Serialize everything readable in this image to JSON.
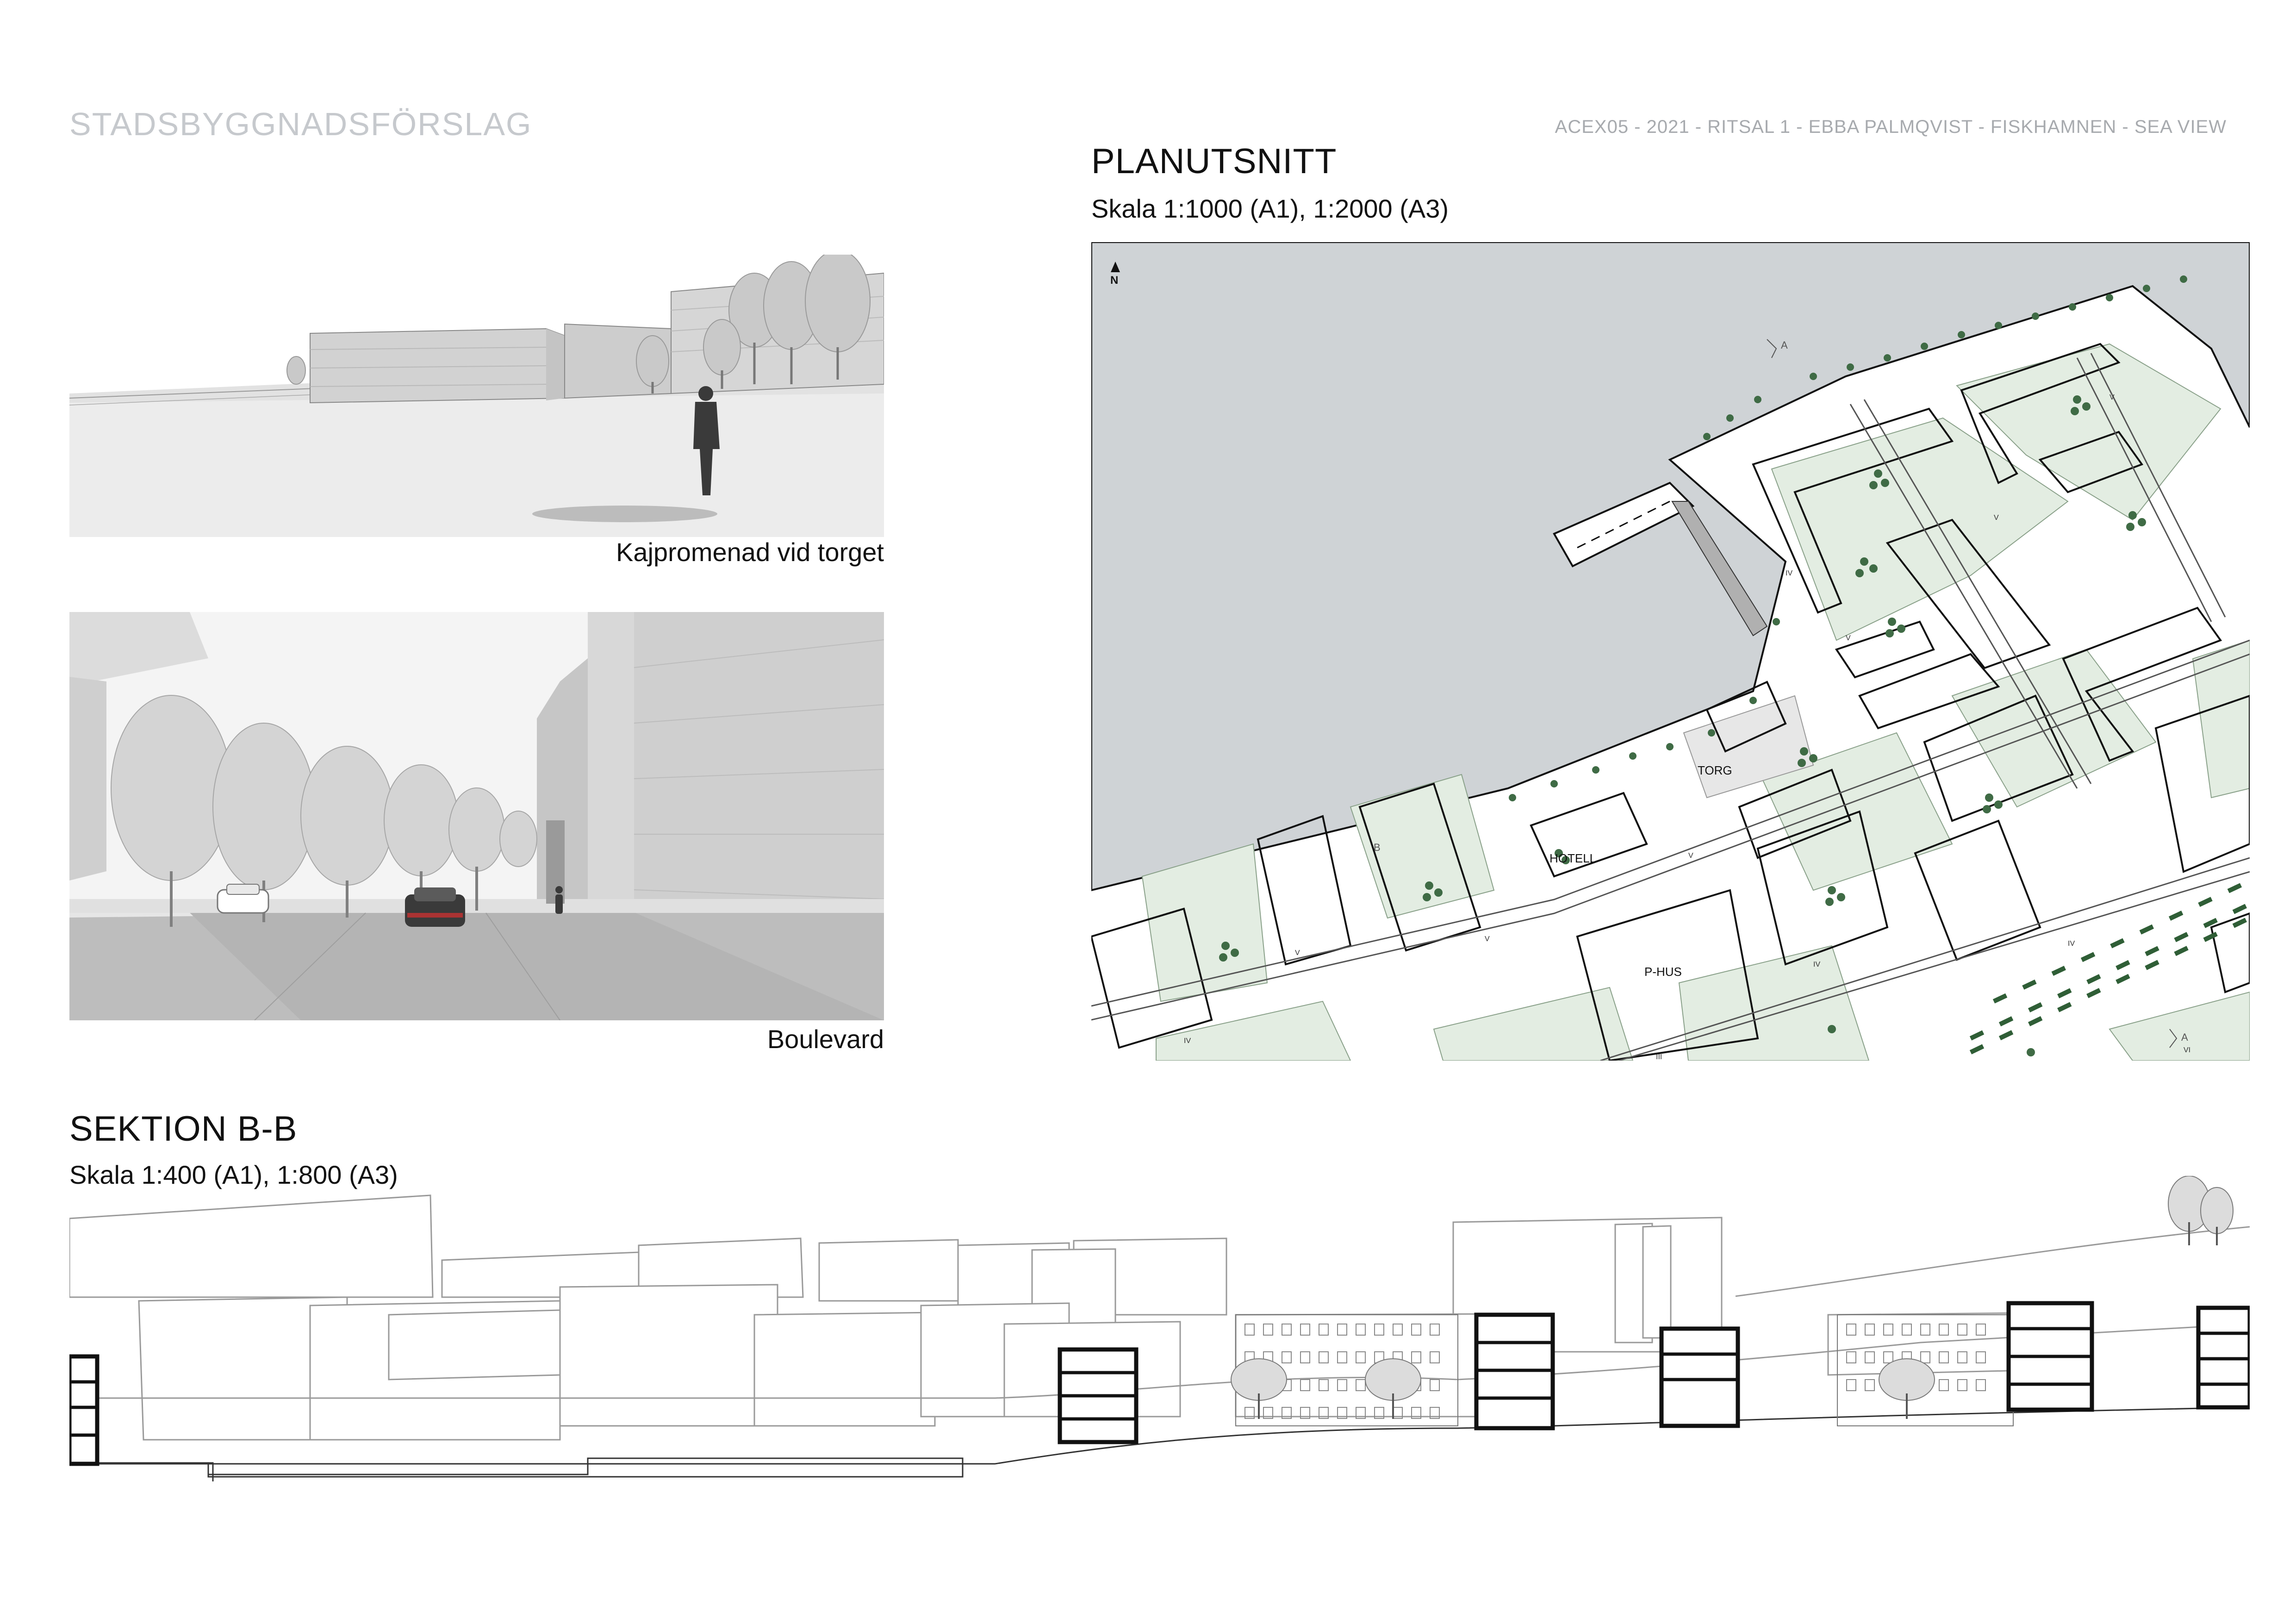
{
  "header": {
    "title": "STADSBYGGNADSFÖRSLAG",
    "meta": "ACEX05 - 2021 - RITSAL 1 - EBBA PALMQVIST - FISKHAMNEN - SEA VIEW"
  },
  "views": {
    "view1_caption": "Kajpromenad vid torget",
    "view2_caption": "Boulevard"
  },
  "plan": {
    "title": "PLANUTSNITT",
    "scale": "Skala 1:1000 (A1), 1:2000 (A3)",
    "north": "N",
    "labels": {
      "torg": "TORG",
      "hotell": "HOTELL",
      "phus": "P-HUS"
    },
    "floor_marks": [
      "IV",
      "V",
      "VI",
      "III"
    ],
    "section_marks": [
      "A",
      "B"
    ]
  },
  "section": {
    "title": "SEKTION B-B",
    "scale": "Skala 1:400 (A1), 1:800 (A3)"
  },
  "colors": {
    "water": "#cfd3d6",
    "courtyard": "#e3ede2",
    "tree": "#3f6b45",
    "muted_text": "#c6c9cd",
    "render_grey": "#bdbdbd"
  }
}
